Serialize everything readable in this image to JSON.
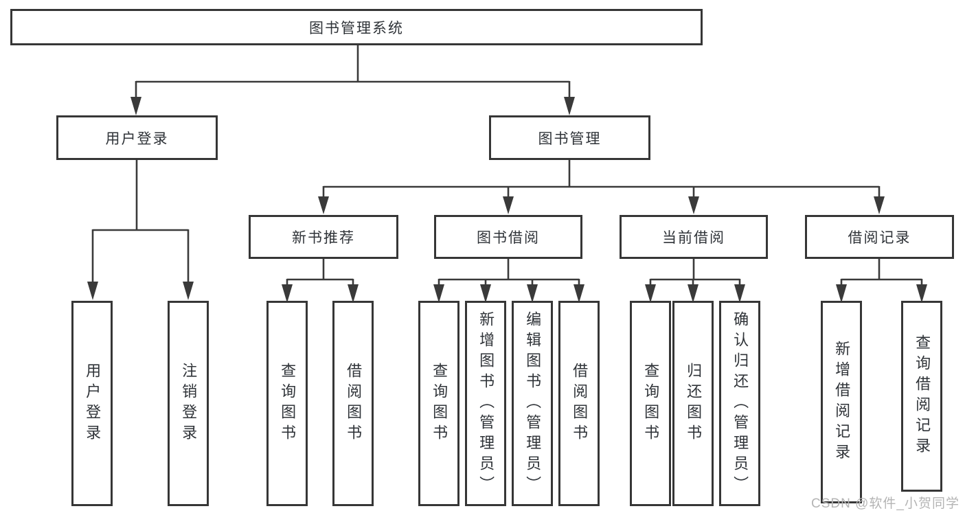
{
  "root": {
    "label": "图书管理系统"
  },
  "branches": [
    {
      "label": "用户登录",
      "leaves": [
        {
          "label": "用户登录"
        },
        {
          "label": "注销登录"
        }
      ]
    },
    {
      "label": "图书管理",
      "groups": [
        {
          "label": "新书推荐",
          "leaves": [
            {
              "label": "查询图书"
            },
            {
              "label": "借阅图书"
            }
          ]
        },
        {
          "label": "图书借阅",
          "leaves": [
            {
              "label": "查询图书"
            },
            {
              "label": "新增图书（管理员）"
            },
            {
              "label": "编辑图书（管理员）"
            },
            {
              "label": "借阅图书"
            }
          ]
        },
        {
          "label": "当前借阅",
          "leaves": [
            {
              "label": "查询图书"
            },
            {
              "label": "归还图书"
            },
            {
              "label": "确认归还（管理员）"
            }
          ]
        },
        {
          "label": "借阅记录",
          "leaves": [
            {
              "label": "新增借阅记录"
            },
            {
              "label": "查询借阅记录"
            }
          ]
        }
      ]
    }
  ],
  "watermark": {
    "text": "CSDN @软件_小贺同学"
  },
  "colors": {
    "line": "#3a3a3a",
    "border": "#363636",
    "text": "#2f3338",
    "watermark": "#b4b4b4",
    "background": "#ffffff"
  }
}
